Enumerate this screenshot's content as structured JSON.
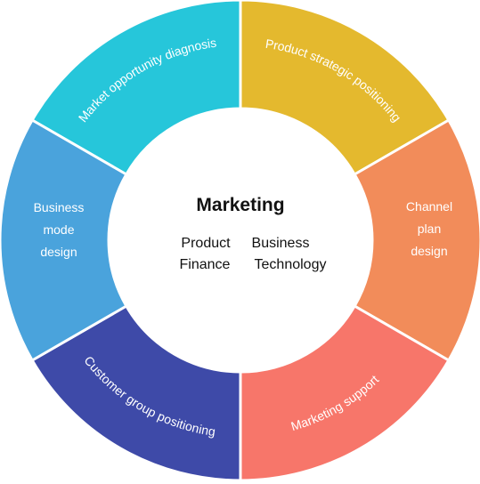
{
  "diagram": {
    "center": {
      "title": "Marketing",
      "items": [
        "Product",
        "Business",
        "Finance",
        "Technology"
      ]
    },
    "segments": [
      {
        "id": "market-opportunity",
        "label": "Market opportunity diagnosis",
        "color": "#26c6da"
      },
      {
        "id": "product-strategic",
        "label": "Product strategic positioning",
        "color": "#e4b92e"
      },
      {
        "id": "channel-plan",
        "lines": [
          "Channel",
          "plan",
          "design"
        ],
        "color": "#f28c5a"
      },
      {
        "id": "marketing-support",
        "label": "Marketing support",
        "color": "#f7766a"
      },
      {
        "id": "customer-group",
        "label": "Customer group positioning",
        "color": "#3e4aa8"
      },
      {
        "id": "business-mode",
        "lines": [
          "Business",
          "mode",
          "design"
        ],
        "color": "#4aa3dc"
      }
    ]
  }
}
